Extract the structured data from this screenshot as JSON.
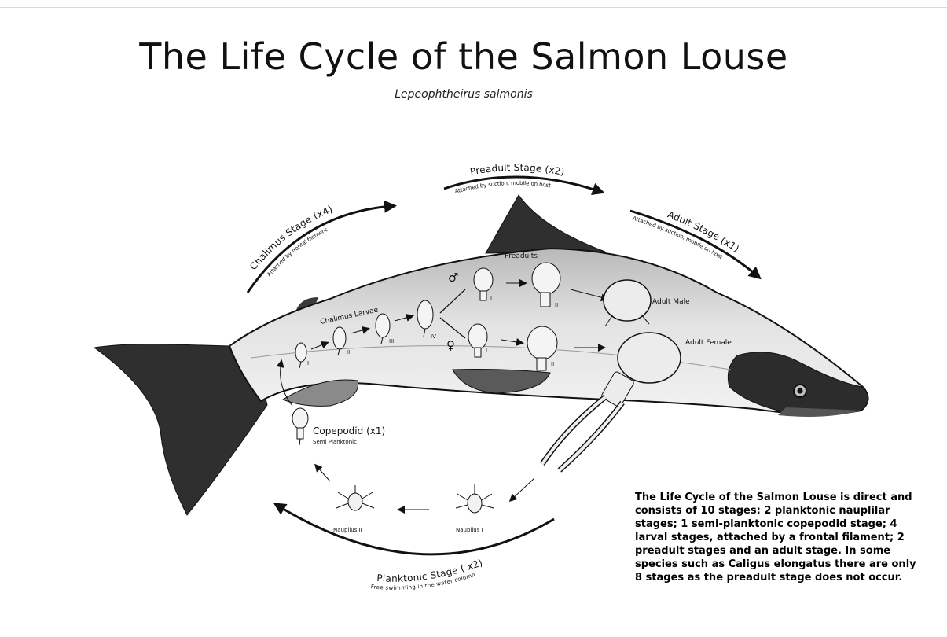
{
  "title": "The Life Cycle of the Salmon Louse",
  "subtitle": "Lepeophtheirus salmonis",
  "stages": {
    "chalimus": {
      "label": "Chalimus Stage (x4)",
      "note": "Attached by frontal filament"
    },
    "preadult": {
      "label": "Preadult Stage (x2)",
      "note": "Attached by suction, mobile on host"
    },
    "adult": {
      "label": "Adult Stage (x1)",
      "note": "Attached by suction, mobile on host"
    },
    "planktonic": {
      "label": "Planktonic Stage ( x2)",
      "note": "Free swimming in the water column"
    },
    "copepodid": {
      "label": "Copepodid (x1)",
      "note": "Semi Planktonic"
    }
  },
  "labels": {
    "chalimus_larvae": "Chalimus Larvae",
    "preadults": "Preadults",
    "adult_male": "Adult Male",
    "adult_female": "Adult Female",
    "nauplius_1": "Nauplius I",
    "nauplius_2": "Nauplius II",
    "male_symbol": "♂",
    "female_symbol": "♀",
    "roman": {
      "i": "I",
      "ii": "II",
      "iii": "III",
      "iv": "IV"
    }
  },
  "description": "The Life Cycle of the Salmon Louse is direct and consists of 10 stages: 2 planktonic nauplilar stages; 1 semi-planktonic copepodid stage; 4 larval stages, attached by a frontal filament; 2 preadult stages and an adult stage.  In some species such as Caligus elongatus there are only 8 stages as the preadult stage does not occur.",
  "colors": {
    "fish_body": "#d7d7d7",
    "fish_dark": "#2e2e2e",
    "ink": "#111111",
    "background": "#ffffff"
  }
}
